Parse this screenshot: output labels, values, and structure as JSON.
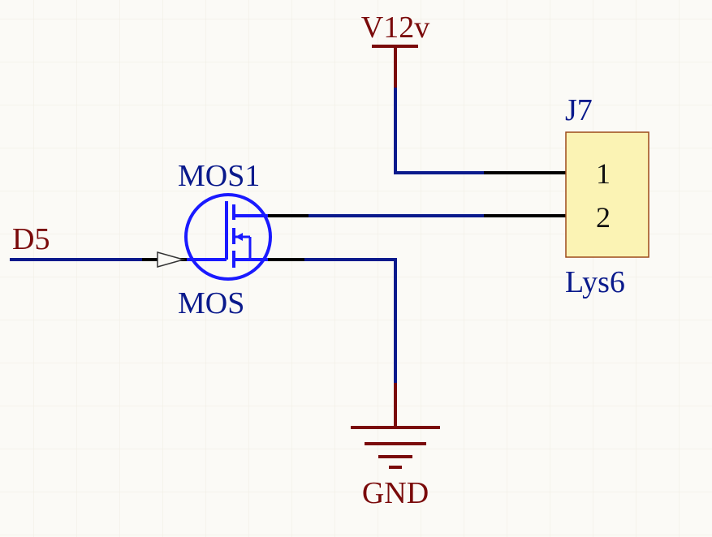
{
  "colors": {
    "background": "#fbfaf6",
    "grid": "#efece2",
    "wire": "#0a1a8c",
    "pin": "#000000",
    "component": "#1a1aff",
    "power": "#7a0a0a",
    "connector_fill": "#fbf3b4",
    "connector_border": "#9c4a1a",
    "designator": "#0a1a8c"
  },
  "power_ports": {
    "vcc_label": "V12v",
    "gnd_label": "GND"
  },
  "net_labels": {
    "input": "D5"
  },
  "mosfet": {
    "designator": "MOS1",
    "comment": "MOS"
  },
  "connector": {
    "designator": "J7",
    "comment": "Lys6",
    "pins": [
      "1",
      "2"
    ]
  }
}
